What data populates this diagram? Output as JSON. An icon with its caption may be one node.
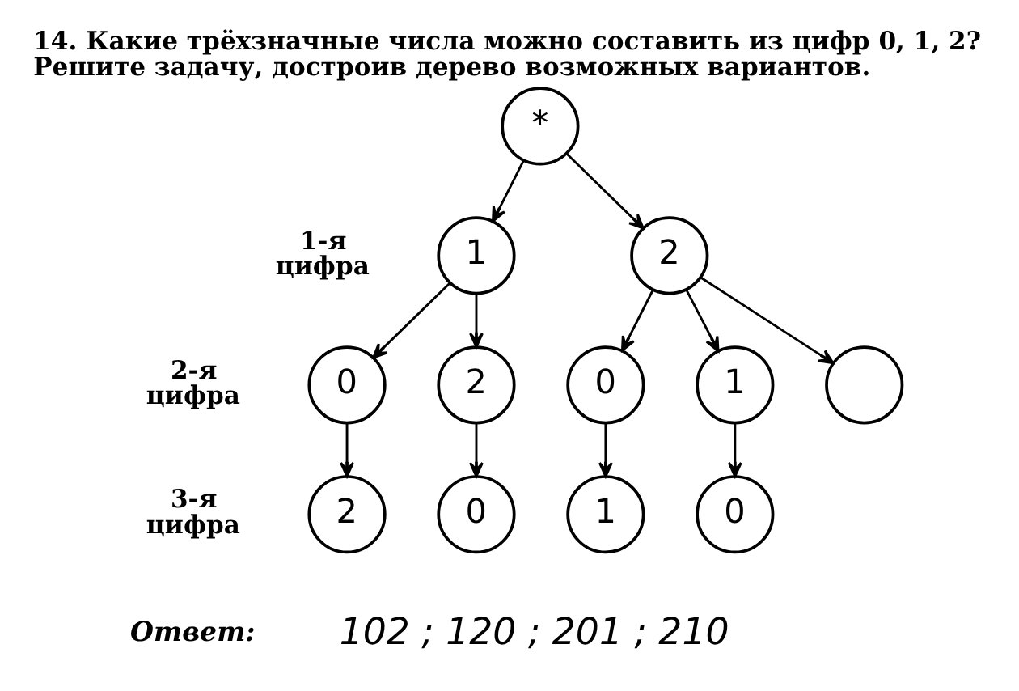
{
  "diagram": {
    "title": "14. Какие трёхзначные числа можно составить из цифр 0, 1, 2? Решите задачу, достроив дерево возможных вариантов.",
    "nodes": [
      {
        "text": [
          "*"
        ]
      },
      {
        "text": [
          "1"
        ]
      },
      {
        "text": [
          "2"
        ]
      },
      {
        "text": [
          "0"
        ]
      },
      {
        "text": [
          "2"
        ]
      },
      {
        "text": [
          "0"
        ]
      },
      {
        "text": [
          "1"
        ]
      },
      {
        "text": [],
        "shape": "circle"
      },
      {
        "text": [
          "2"
        ]
      },
      {
        "text": [
          "0"
        ]
      },
      {
        "text": [
          "1"
        ]
      },
      {
        "text": [
          "0"
        ]
      }
    ],
    "edges": [
      {
        "from": 0,
        "to": 1,
        "arrow": "to"
      },
      {
        "from": 0,
        "to": 2,
        "arrow": "to"
      },
      {
        "from": 1,
        "to": 3,
        "arrow": "to"
      },
      {
        "from": 1,
        "to": 4,
        "arrow": "to"
      },
      {
        "from": 2,
        "to": 5,
        "arrow": "to"
      },
      {
        "from": 2,
        "to": 6,
        "arrow": "to"
      },
      {
        "from": 2,
        "to": 7,
        "arrow": "to"
      },
      {
        "from": 3,
        "to": 8,
        "arrow": "to"
      },
      {
        "from": 4,
        "to": 9,
        "arrow": "to"
      },
      {
        "from": 5,
        "to": 10,
        "arrow": "to"
      },
      {
        "from": 6,
        "to": 11,
        "arrow": "to"
      }
    ],
    "labels": [
      "1-я цифра",
      "2-я цифра",
      "3-я цифра",
      "Ответ:",
      "102 ; 120 ; 201 ; 210"
    ]
  }
}
